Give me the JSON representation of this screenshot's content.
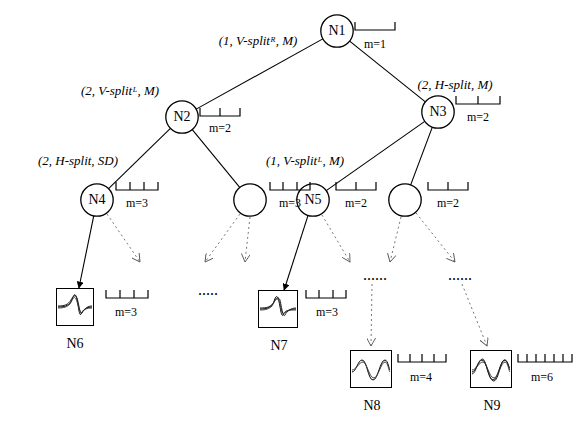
{
  "diagram": {
    "nodes": [
      {
        "text": [
          "(1, V-splitᴿ, M)",
          "N1",
          "m=1"
        ]
      },
      {
        "text": [
          "(2, V-splitᴸ, M)",
          "N2",
          "m=2"
        ]
      },
      {
        "text": [
          "(2, H-split, M)",
          "N3",
          "m=2"
        ]
      },
      {
        "text": [
          "(2, H-split, SD)",
          "N4",
          "m=3"
        ]
      },
      {
        "text": [
          "m=3"
        ]
      },
      {
        "text": [
          "(1, V-splitᴸ, M)",
          "N5",
          "m=2"
        ]
      },
      {
        "text": [
          "m=2"
        ]
      },
      {
        "text": [
          "N6",
          "m=3"
        ]
      },
      {
        "text": [
          "N7",
          "m=3"
        ]
      },
      {
        "text": [
          "N8",
          "m=4"
        ]
      },
      {
        "text": [
          "N9",
          "m=6"
        ]
      }
    ],
    "edges": [
      {
        "from": 0,
        "to": 1,
        "arrow": "none"
      },
      {
        "from": 0,
        "to": 2,
        "arrow": "none"
      },
      {
        "from": 1,
        "to": 3,
        "arrow": "none"
      },
      {
        "from": 1,
        "to": 4,
        "arrow": "none"
      },
      {
        "from": 2,
        "to": 5,
        "arrow": "none"
      },
      {
        "from": 2,
        "to": 6,
        "arrow": "none"
      },
      {
        "from": 3,
        "to": 7,
        "arrow": "to"
      },
      {
        "from": 5,
        "to": 8,
        "arrow": "to"
      }
    ],
    "labels": [
      ".....",
      "......",
      "......"
    ]
  }
}
